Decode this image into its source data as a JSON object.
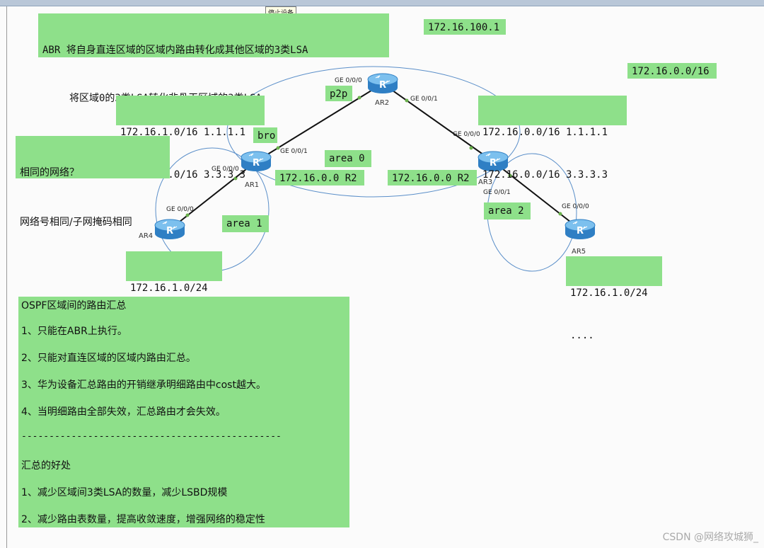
{
  "window": {
    "tooltip": "停止设备"
  },
  "notes": {
    "abr_line1": "ABR 将自身直连区域的区域内路由转化成其他区域的3类LSA",
    "abr_line2": "将区域0的3类LSA转化非骨干区域的3类LSA",
    "ip_top": "172.16.100.1",
    "ip_right": "172.16.0.0/16",
    "left_routes": [
      "172.16.1.0/16 1.1.1.1",
      "172.16.1.0/16 3.3.3.3"
    ],
    "right_routes": [
      "172.16.0.0/16 1.1.1.1",
      "172.16.0.0/16 3.3.3.3"
    ],
    "same_net_q": "相同的网络？",
    "same_net_a": "网络号相同/子网掩码相同",
    "p2p": "p2p",
    "bro": "bro",
    "area0": "area 0",
    "area1": "area 1",
    "area2": "area 2",
    "r2_left": "172.16.0.0 R2",
    "r2_right": "172.16.0.0 R2",
    "ar4_net": [
      "172.16.1.0/24",
      "...."
    ],
    "ar5_net": [
      "172.16.1.0/24",
      "...."
    ]
  },
  "routers": [
    {
      "name": "AR2",
      "icon": "router-icon"
    },
    {
      "name": "AR1",
      "icon": "router-icon"
    },
    {
      "name": "AR3",
      "icon": "router-icon"
    },
    {
      "name": "AR4",
      "icon": "router-icon"
    },
    {
      "name": "AR5",
      "icon": "router-icon"
    }
  ],
  "interfaces": {
    "ar2_left": "GE 0/0/0",
    "ar2_right": "GE 0/0/1",
    "ar1_right": "GE 0/0/1",
    "ar1_left": "GE 0/0/0",
    "ar4": "GE 0/0/0",
    "ar3_top": "GE 0/0/0",
    "ar3_bottom": "GE 0/0/1",
    "ar5": "GE 0/0/0"
  },
  "summary": {
    "title": "OSPF区域间的路由汇总",
    "items": [
      "1、只能在ABR上执行。",
      "2、只能对直连区域的区域内路由汇总。",
      "3、华为设备汇总路由的开销继承明细路由中cost越大。",
      "4、当明细路由全部失效，汇总路由才会失效。"
    ],
    "divider": "-----------------------------------------------",
    "benefits_title": "汇总的好处",
    "benefits": [
      "1、减少区域间3类LSA的数量，减少LSBD规模",
      "2、减少路由表数量，提高收敛速度，增强网络的稳定性"
    ]
  },
  "footer": "CSDN @网络攻城狮_",
  "colors": {
    "note_bg": "#8ee08a",
    "router": "#5aa7e0",
    "area_line": "#5b8fc9"
  }
}
